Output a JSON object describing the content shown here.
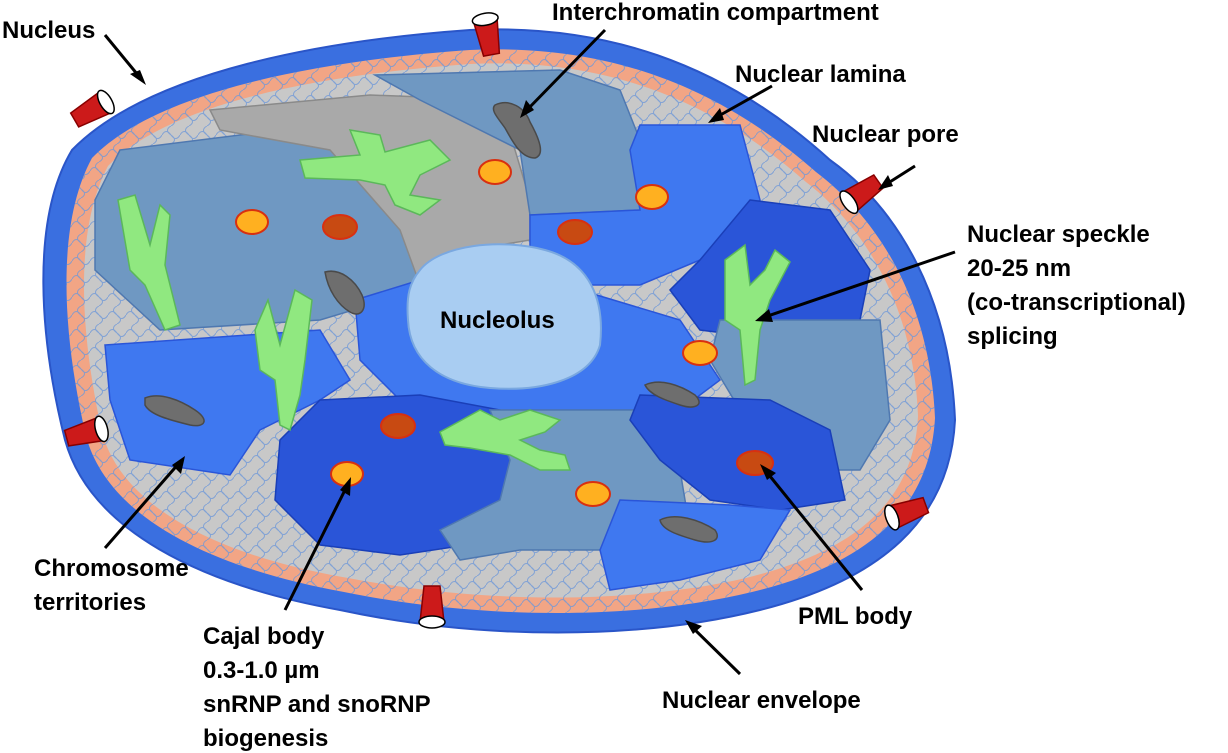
{
  "labels": {
    "nucleus": "Nucleus",
    "interchromatin": "Interchromatin compartment",
    "lamina": "Nuclear lamina",
    "pore": "Nuclear pore",
    "speckle": [
      "Nuclear speckle",
      "20-25 nm",
      "(co-transcriptional)",
      "splicing"
    ],
    "nucleolus": "Nucleolus",
    "chromosome": [
      "Chromosome",
      "territories"
    ],
    "cajal": [
      "Cajal body",
      "0.3-1.0 µm",
      "snRNP and snoRNP",
      "biogenesis"
    ],
    "pml": "PML body",
    "envelope": "Nuclear envelope"
  },
  "colors": {
    "envelope": "#3a6fe0",
    "lamina": "#f2a585",
    "background": "#c8c8c8",
    "territory_gray_blue": "#6f98c2",
    "territory_gray": "#a9a9a9",
    "territory_blue": "#3f78f0",
    "territory_dark_blue": "#2a55d8",
    "nucleolus": "#a9cdf2",
    "speckle": "#90e880",
    "cajal": "#ffb020",
    "pml": "#c84a12",
    "interchromatin": "#6e6e6e",
    "pore": "#cc1a1a"
  }
}
